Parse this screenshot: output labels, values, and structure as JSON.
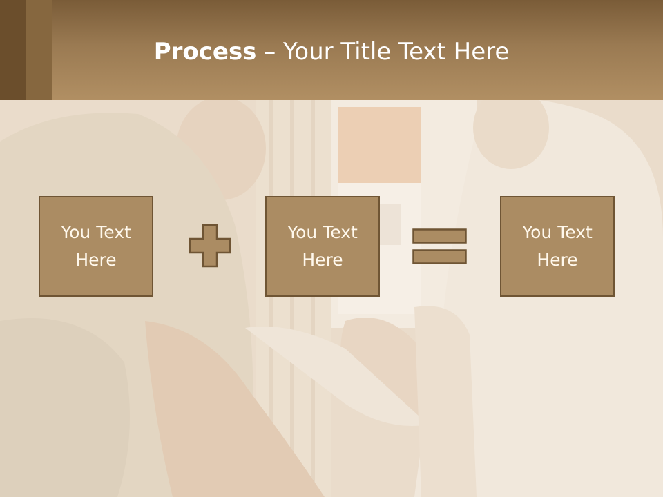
{
  "slide": {
    "title_bold": "Process",
    "title_rest": " – Your Title Text Here"
  },
  "process": {
    "box1": {
      "line1": "You Text",
      "line2": "Here"
    },
    "box2": {
      "line1": "You Text",
      "line2": "Here"
    },
    "box3": {
      "line1": "You Text",
      "line2": "Here"
    },
    "operator1": "plus-icon",
    "operator2": "equals-icon"
  },
  "colors": {
    "header": "#9a7a52",
    "box_fill": "#ab8c63",
    "box_border": "#6f5534",
    "box_text": "#fff8ec",
    "title_text": "#ffffff"
  }
}
